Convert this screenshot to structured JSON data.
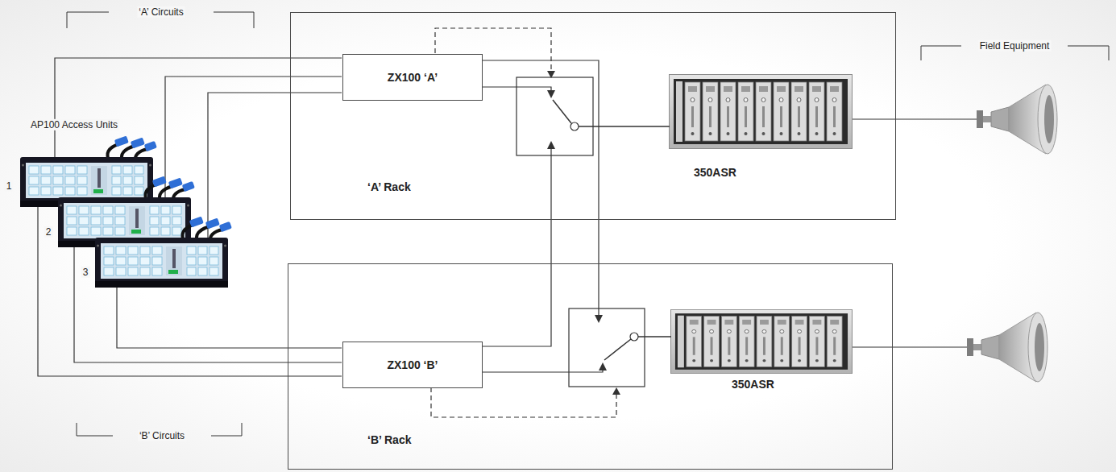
{
  "diagram": {
    "nodes": [
      {
        "text": [
          "‘A’ Rack"
        ]
      },
      {
        "text": [
          "ZX100 ‘A’"
        ],
        "in": 0
      },
      {
        "text": [
          "350ASR"
        ],
        "in": 0
      },
      {
        "text": [
          "‘B’ Rack"
        ]
      },
      {
        "text": [
          "ZX100 ‘B’"
        ],
        "in": 3
      },
      {
        "text": [
          "350ASR"
        ],
        "in": 3
      }
    ],
    "edges": [
      {
        "from": 1,
        "to": 2,
        "arrow": "none"
      },
      {
        "from": 1,
        "to": 5,
        "arrow": "none"
      },
      {
        "from": 4,
        "to": 5,
        "arrow": "none"
      },
      {
        "from": 4,
        "to": 2,
        "arrow": "none"
      }
    ],
    "labels": [
      "‘A’ Circuits",
      "Field Equipment",
      "AP100 Access Units",
      "1",
      "2",
      "3",
      "‘B’ Circuits"
    ]
  }
}
